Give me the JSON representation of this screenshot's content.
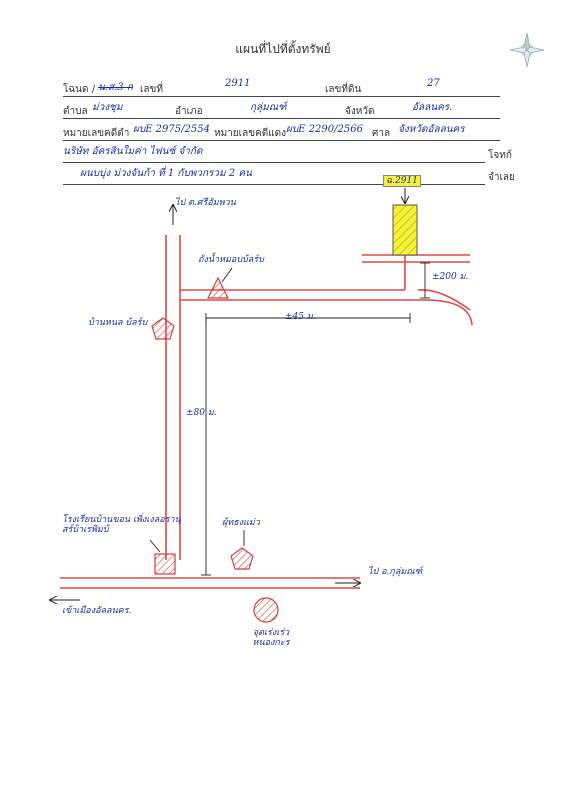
{
  "header": {
    "title": "แผนที่ไปที่ตั้งทรัพย์"
  },
  "form": {
    "title_deed_label": "โฉนด / ",
    "title_deed_struck": "น.ส.3 ก",
    "title_deed_no_label": "เลขที่",
    "title_deed_no": "2911",
    "land_no_label": "เลขที่ดิน",
    "land_no": "27",
    "subdistrict_label": "ตำบล",
    "subdistrict": "ม่วงชุม",
    "district_label": "อำเภอ",
    "district": "กุลุ่มณฑ์",
    "province_label": "จังหวัด",
    "province": "อัลลนคร.",
    "black_case_label": "หมายเลขคดีดำ",
    "black_case": "ผบE 2975/2554",
    "red_case_label": "หมายเลขคดีแดง",
    "red_case": "ผบE 2290/2566",
    "court_label": "ศาล",
    "court": "จังหวัดอัลลนคร",
    "plaintiff": "นริษัท อัครสินใมค่า ไฟนซ์ จำกัด",
    "plaintiff_label": "โจทก์",
    "defendant": "ผนบบุ่ง ม่วงจันก้า ที่ 1 กับพวกรวม 2 คน",
    "defendant_label": "จำเลย"
  },
  "map": {
    "north_road": "ไป ต.ศรีอัมพวน",
    "title_tag": "ฉ.2911",
    "right_dist": "±200 ม.",
    "water_tank": "ถังน้ำหมอบบ้ลร์บ",
    "top_dist": "±45 ม.",
    "village_hall": "บ้านหนล บ้ลร์บ",
    "vertical_dist": "±80 ม.",
    "school": "โรงเรียนบ้านขอน เพิ่งเงลอรานุสร์บ้าเรพิมบ้",
    "pagoda": "ผุ้ทธงแม่ว",
    "east_road": "ไป อ.กุลุ่มณฑ์",
    "west_road": "เข้าเมืองอัลลนคร.",
    "checkpoint": "จุดเร่งเร่ว หนองกะร"
  }
}
